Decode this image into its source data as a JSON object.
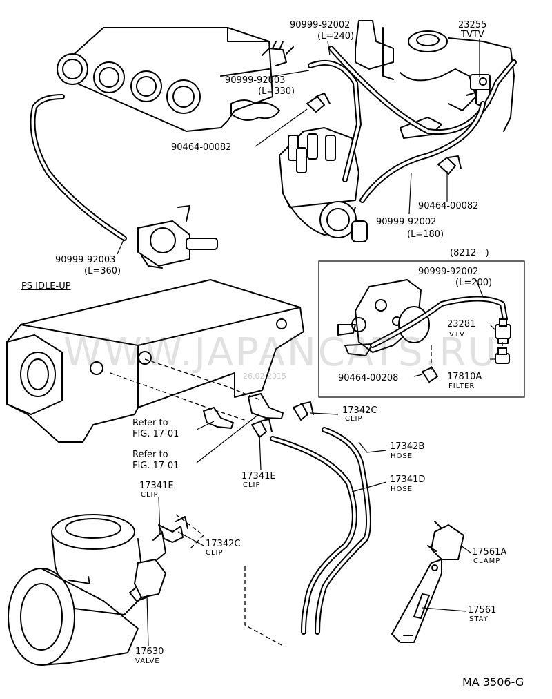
{
  "labels": {
    "p_90999_92002_top": "90999-92002",
    "p_90999_92002_top_len": "(L=240)",
    "p_23255": "23255",
    "p_23255_name": "TVTV",
    "p_90999_92003_mid": "90999-92003",
    "p_90999_92003_mid_len": "(L=330)",
    "p_90464_00082_left": "90464-00082",
    "p_90464_00082_right": "90464-00082",
    "p_90999_92002_mid": "90999-92002",
    "p_90999_92002_mid_len": "(L=180)",
    "p_90999_92003_left": "90999-92003",
    "p_90999_92003_left_len": "(L=360)",
    "section_ps_idle_up": "PS IDLE-UP",
    "inset_range": "(8212--        )",
    "inset_hose": "90999-92002",
    "inset_hose_len": "(L=200)",
    "p_23281": "23281",
    "p_23281_name": "VTV",
    "p_90464_00208": "90464-00208",
    "p_17810a": "17810A",
    "p_17810a_name": "FILTER",
    "p_17342c_top": "17342C",
    "p_17342c_top_name": "CLIP",
    "refer1_a": "Refer to",
    "refer1_b": "FIG. 17-01",
    "refer2_a": "Refer to",
    "refer2_b": "FIG. 17-01",
    "p_17342b": "17342B",
    "p_17342b_name": "HOSE",
    "p_17341e_mid": "17341E",
    "p_17341e_mid_name": "CLIP",
    "p_17341d": "17341D",
    "p_17341d_name": "HOSE",
    "p_17341e_left": "17341E",
    "p_17341e_left_name": "CLIP",
    "p_17342c_left": "17342C",
    "p_17342c_left_name": "CLIP",
    "p_17561a": "17561A",
    "p_17561a_name": "CLAMP",
    "p_17561": "17561",
    "p_17561_name": "STAY",
    "p_17630": "17630",
    "p_17630_name": "VALVE",
    "figure_code": "MA 3506-G"
  },
  "watermark": {
    "text": "WWW.JAPANCATS.RU",
    "date": "26.02.2015"
  }
}
